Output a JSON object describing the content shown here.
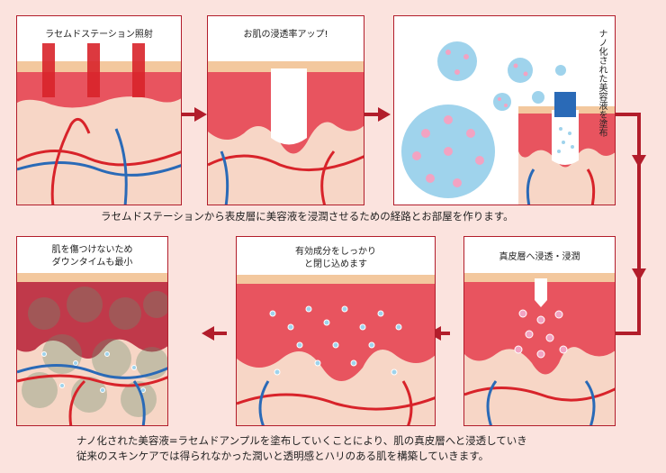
{
  "steps": [
    {
      "title": "ラセムドステーション照射"
    },
    {
      "title": "お肌の浸透率アップ!"
    },
    {
      "title": "ナノ化された美容液を塗布"
    },
    {
      "title": "真皮層へ浸透・浸潤"
    },
    {
      "title_line1": "有効成分をしっかり",
      "title_line2": "と閉じ込めます"
    },
    {
      "title_line1": "肌を傷つけないため",
      "title_line2": "ダウンタイムも最小"
    }
  ],
  "caption_top": "ラセムドステーションから表皮層に美容液を浸潤させるための経路とお部屋を作ります。",
  "caption_bottom_line1": "ナノ化された美容液=ラセムドアンプルを塗布していくことにより、肌の真皮層へと浸透していき",
  "caption_bottom_line2": "従来のスキンケアでは得られなかった潤いと透明感とハリのある肌を構築していきます。",
  "colors": {
    "accent": "#b21d2b",
    "epidermis": "#e8545f",
    "dermis": "#f7d6c6",
    "artery": "#d8232a",
    "vein": "#2a6ab7"
  }
}
